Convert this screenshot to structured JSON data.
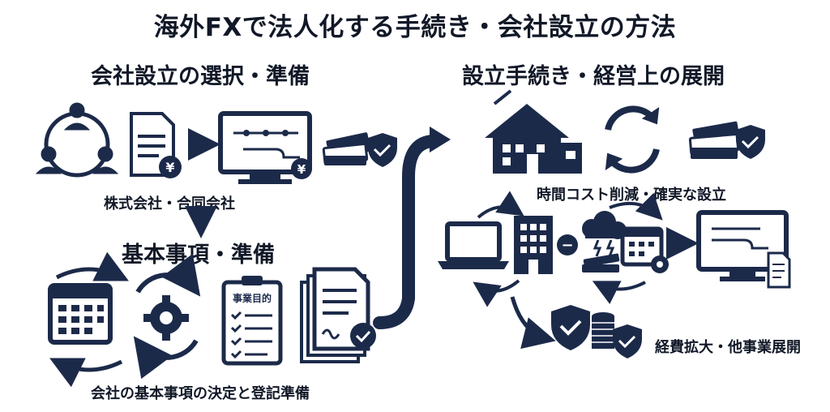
{
  "title": "海外FXで法人化する手続き・会社設立の方法",
  "left": {
    "heading": "会社設立の選択・準備",
    "company_types": "株式会社・合同会社",
    "basics_heading": "基本事項・準備",
    "clipboard_label": "事業目的",
    "bottom_caption": "会社の基本事項の決定と登記準備"
  },
  "right": {
    "heading": "設立手続き・経営上の展開",
    "benefit_caption": "時間コスト削減・確実な設立",
    "expansion_caption": "経費拡大・他事業展開"
  },
  "icons": {
    "yen_symbol": "¥",
    "minus_symbol": "−"
  },
  "colors": {
    "navy": "#1c2a4a",
    "text": "#111827"
  }
}
